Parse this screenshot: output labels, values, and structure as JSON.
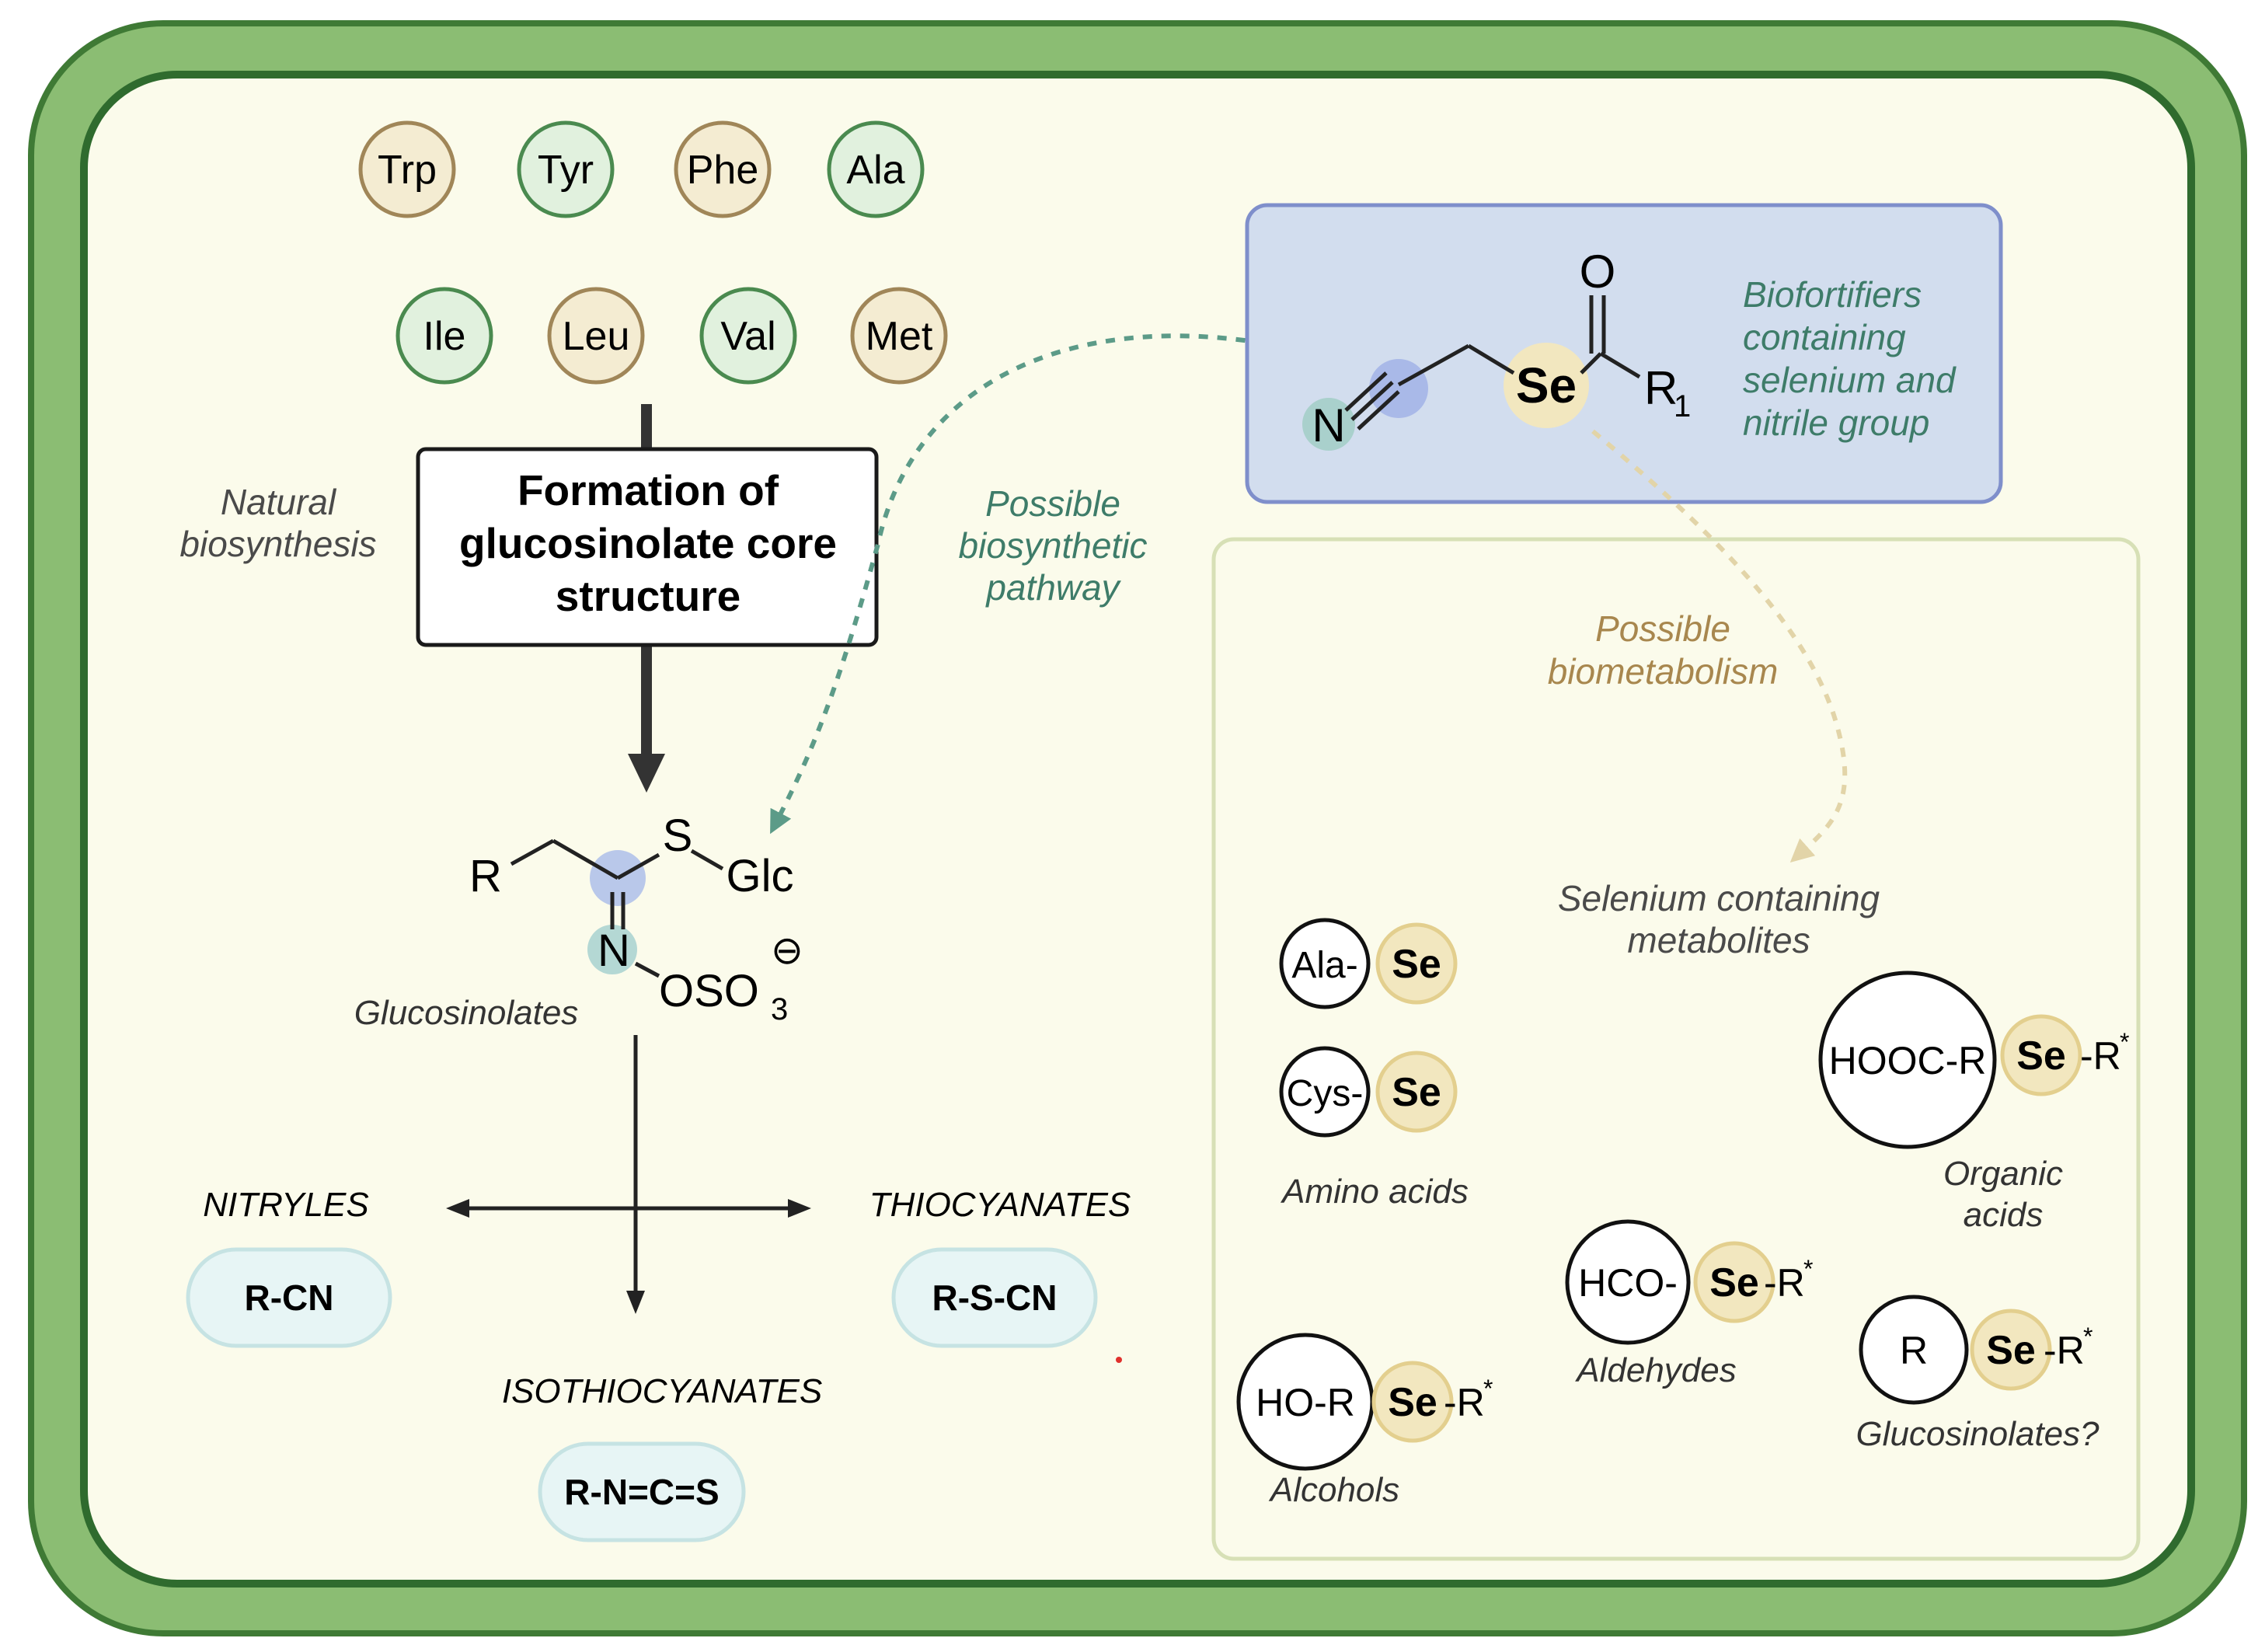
{
  "colors": {
    "cell_wall": "#8bbd73",
    "cell_wall_stroke": "#3f7a35",
    "cytoplasm": "#fbfbeb",
    "blue_box_fill": "#d2ddee",
    "blue_box_stroke": "#7f8fcb",
    "green_box_stroke": "#d7e0b6",
    "teal_text": "#3e7c69",
    "tan_text": "#a8874e",
    "tan_badge": "#f4ecd2",
    "tan_badge_stroke": "#a08658",
    "green_badge": "#e1f1de",
    "green_badge_stroke": "#4a8a4f",
    "product_pill": "#e7f5f5",
    "product_pill_stroke": "#c6e3e3",
    "se_highlight": "#f2e7bf"
  },
  "amino_acids": {
    "row1": [
      {
        "label": "Trp",
        "tone": "tan"
      },
      {
        "label": "Tyr",
        "tone": "green"
      },
      {
        "label": "Phe",
        "tone": "tan"
      },
      {
        "label": "Ala",
        "tone": "green"
      }
    ],
    "row2": [
      {
        "label": "Ile",
        "tone": "green"
      },
      {
        "label": "Leu",
        "tone": "tan"
      },
      {
        "label": "Val",
        "tone": "green"
      },
      {
        "label": "Met",
        "tone": "tan"
      }
    ]
  },
  "labels": {
    "natural_biosynthesis": [
      "Natural",
      "biosynthesis"
    ],
    "core_box": [
      "Formation of",
      "glucosinolate core",
      "structure"
    ],
    "possible_pathway": [
      "Possible",
      "biosynthetic",
      "pathway"
    ],
    "biofortifiers": [
      "Biofortifiers",
      "containing",
      "selenium and",
      "nitrile group"
    ],
    "possible_biometabolism": [
      "Possible",
      "biometabolism"
    ],
    "glucosinolates_caption": "Glucosinolates",
    "selenium_metabolites": [
      "Selenium containing",
      "metabolites"
    ]
  },
  "structure": {
    "glucosinolate": {
      "R": "R",
      "S": "S",
      "Glc": "Glc",
      "N": "N",
      "OSO": "OSO",
      "sub3": "3",
      "charge": "⊖"
    },
    "biofortifier": {
      "N": "N",
      "Se": "Se",
      "O": "O",
      "R": "R",
      "sub1": "1"
    }
  },
  "products": {
    "nitriles": {
      "title": "NITRYLES",
      "formula": "R-CN"
    },
    "thiocyanates": {
      "title": "THIOCYANATES",
      "formula": "R-S-CN"
    },
    "isothiocyanates": {
      "title": "ISOTHIOCYANATES",
      "formula": "R-N=C=S"
    }
  },
  "metabolites": {
    "ala": {
      "prefix": "Ala-",
      "se": "Se"
    },
    "cys": {
      "prefix": "Cys-",
      "se": "Se"
    },
    "amino_caption": "Amino acids",
    "hooc": {
      "prefix": "HOOC-R",
      "se": "Se",
      "suffix": "-R",
      "star": "*"
    },
    "organic_caption": [
      "Organic",
      "acids"
    ],
    "hco": {
      "prefix": "HCO-",
      "se": "Se",
      "suffix": "-R",
      "star": "*"
    },
    "aldehyde_caption": "Aldehydes",
    "r": {
      "prefix": "R",
      "se": "Se",
      "suffix": "-R",
      "star": "*"
    },
    "gluco_caption": "Glucosinolates?",
    "hor": {
      "prefix": "HO-R",
      "se": "Se",
      "suffix": "-R",
      "star": "*"
    },
    "alcohol_caption": "Alcohols"
  }
}
